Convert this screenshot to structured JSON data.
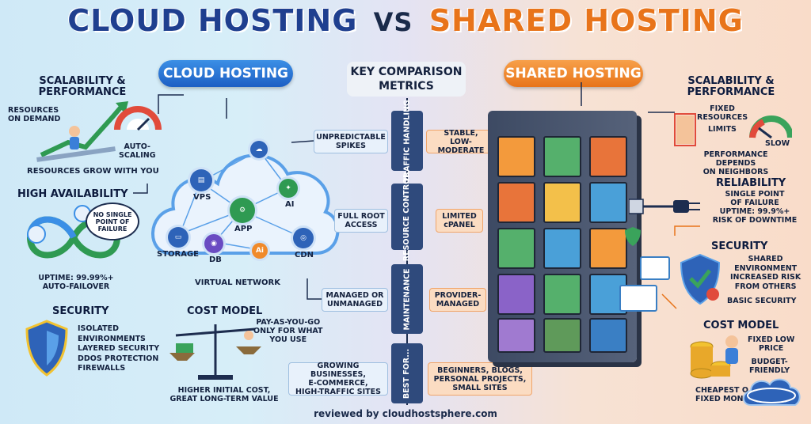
{
  "title": {
    "left": "CLOUD HOSTING",
    "vs": "VS",
    "right": "SHARED HOSTING"
  },
  "pills": {
    "cloud": "CLOUD HOSTING",
    "shared": "SHARED HOSTING"
  },
  "key_metrics": {
    "line1": "KEY COMPARISON",
    "line2": "METRICS"
  },
  "cloud": {
    "scalability": {
      "title_line1": "SCALABILITY &",
      "title_line2": "PERFORMANCE",
      "resources_line1": "RESOURCES",
      "resources_line2": "ON DEMAND",
      "auto_line1": "AUTO-",
      "auto_line2": "SCALING",
      "grow": "RESOURCES GROW WITH YOU"
    },
    "availability": {
      "title": "HIGH AVAILABILITY",
      "bubble_line1": "NO SINGLE",
      "bubble_line2": "POINT OF",
      "bubble_line3": "FAILURE",
      "uptime_line1": "UPTIME: 99.99%+",
      "uptime_line2": "AUTO-FAILOVER"
    },
    "network": {
      "vps": "VPS",
      "app": "APP",
      "ai": "AI",
      "storage": "STORAGE",
      "db": "DB",
      "cdn": "CDN",
      "caption": "VIRTUAL NETWORK"
    },
    "security": {
      "title": "SECURITY",
      "items": [
        "ISOLATED",
        "ENVIRONMENTS",
        "LAYERED SECURITY",
        "DDOS PROTECTION",
        "FIREWALLS"
      ]
    },
    "cost": {
      "title": "COST MODEL",
      "payg_line1": "PAY-AS-YOU-GO",
      "payg_line2": "ONLY FOR WHAT",
      "payg_line3": "YOU USE",
      "bottom_line1": "HIGHER INITIAL COST,",
      "bottom_line2": "GREAT LONG-TERM VALUE"
    }
  },
  "metrics": [
    {
      "name": "TRAFFIC HANDLING",
      "cloud_line1": "UNPREDICTABLE",
      "cloud_line2": "SPIKES",
      "shared_line1": "STABLE,",
      "shared_line2": "LOW-MODERATE"
    },
    {
      "name": "RESOURCE CONTROL",
      "cloud_line1": "FULL ROOT",
      "cloud_line2": "ACCESS",
      "shared_line1": "LIMITED",
      "shared_line2": "cPANEL"
    },
    {
      "name": "MAINTENANCE",
      "cloud_line1": "MANAGED OR",
      "cloud_line2": "UNMANAGED",
      "shared_line1": "PROVIDER-",
      "shared_line2": "MANAGED"
    },
    {
      "name": "BEST FOR...",
      "cloud_line1": "GROWING BUSINESSES,",
      "cloud_line2": "E-COMMERCE,",
      "cloud_line3": "HIGH-TRAFFIC SITES",
      "shared_line1": "BEGINNERS, BLOGS,",
      "shared_line2": "PERSONAL PROJECTS,",
      "shared_line3": "SMALL SITES"
    }
  ],
  "shared": {
    "scalability": {
      "title_line1": "SCALABILITY &",
      "title_line2": "PERFORMANCE",
      "fixed_line1": "FIXED",
      "fixed_line2": "RESOURCES",
      "limits": "LIMITS",
      "slow": "SLOW",
      "depends_line1": "PERFORMANCE DEPENDS",
      "depends_line2": "ON NEIGHBORS"
    },
    "reliability": {
      "title": "RELIABILITY",
      "line1": "SINGLE POINT",
      "line2": "OF FAILURE",
      "line3": "UPTIME: 99.9%+",
      "line4": "RISK OF DOWNTIME"
    },
    "security": {
      "title": "SECURITY",
      "line1": "SHARED",
      "line2": "ENVIRONMENT",
      "line3": "INCREASED RISK",
      "line4": "FROM OTHERS",
      "line5": "BASIC SECURITY"
    },
    "cost": {
      "title": "COST MODEL",
      "line1": "FIXED LOW",
      "line2": "PRICE",
      "line3": "BUDGET-",
      "line4": "FRIENDLY",
      "line5": "CHEAPEST O",
      "line6": "FIXED MONT"
    }
  },
  "footer": "reviewed by cloudhostsphere.com",
  "colors": {
    "cloud_blue": "#1d5fc4",
    "shared_orange": "#e8741a",
    "navy": "#1f3f8f"
  }
}
